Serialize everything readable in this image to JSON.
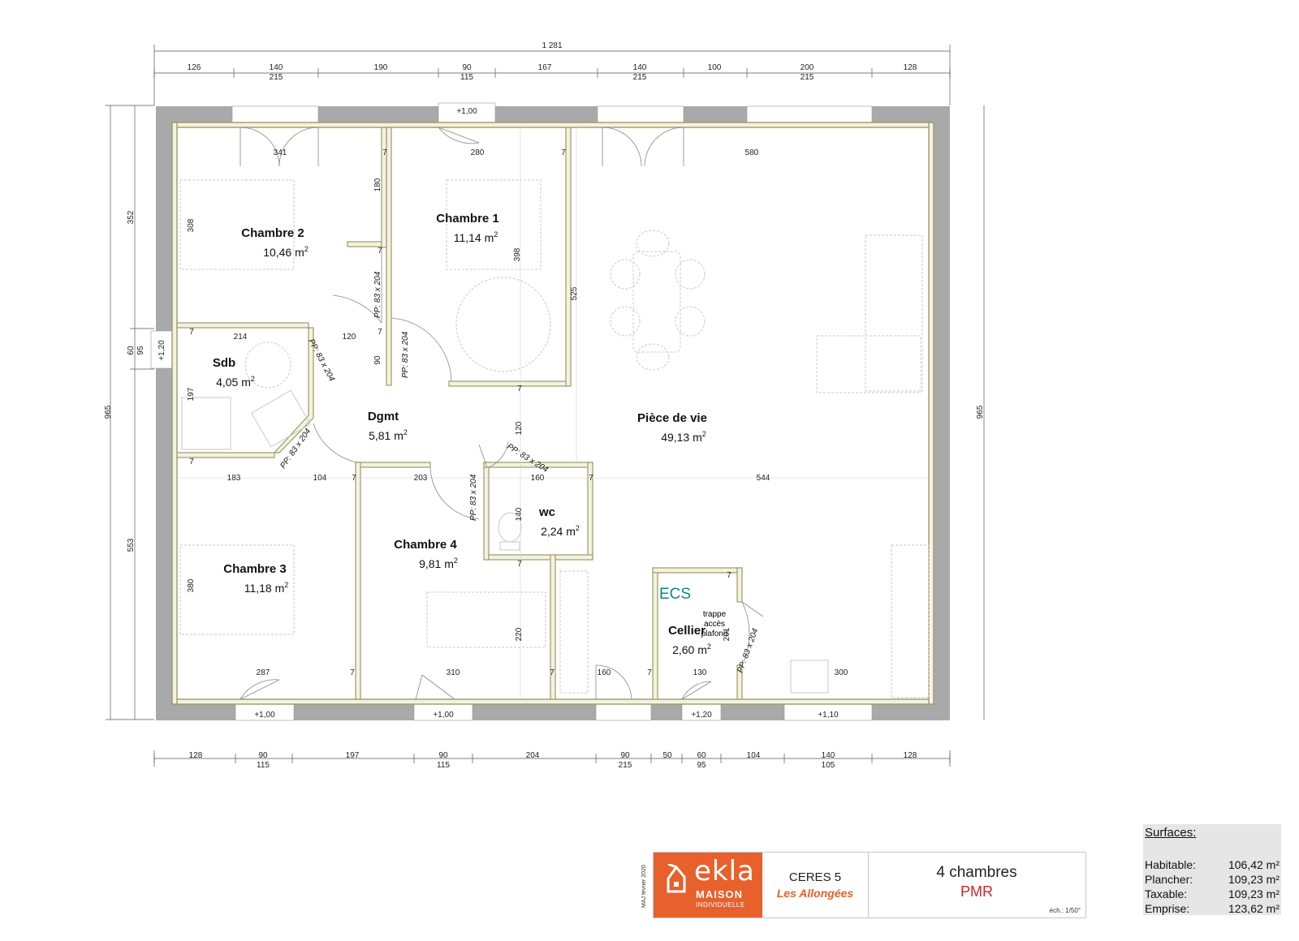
{
  "plan": {
    "total_width_dim": "1 281",
    "top_dims": [
      {
        "a": "126",
        "b": ""
      },
      {
        "a": "140",
        "b": "215"
      },
      {
        "a": "190",
        "b": ""
      },
      {
        "a": "90",
        "b": "115"
      },
      {
        "a": "167",
        "b": ""
      },
      {
        "a": "140",
        "b": "215"
      },
      {
        "a": "100",
        "b": ""
      },
      {
        "a": "200",
        "b": "215"
      },
      {
        "a": "128",
        "b": ""
      }
    ],
    "bottom_dims": [
      {
        "a": "128",
        "b": ""
      },
      {
        "a": "90",
        "b": "115"
      },
      {
        "a": "197",
        "b": ""
      },
      {
        "a": "90",
        "b": "115"
      },
      {
        "a": "204",
        "b": ""
      },
      {
        "a": "90",
        "b": "215"
      },
      {
        "a": "50",
        "b": ""
      },
      {
        "a": "60",
        "b": "95"
      },
      {
        "a": "104",
        "b": ""
      },
      {
        "a": "140",
        "b": "105"
      },
      {
        "a": "128",
        "b": ""
      }
    ],
    "left_dims": {
      "total": "965",
      "upper": "352",
      "mid_a": "60",
      "mid_b": "95",
      "lower": "553"
    },
    "right_dim_total": "965",
    "window_sills": [
      "+1,00",
      "+1,20",
      "+1,00",
      "+1,00",
      "+1,20",
      "+1,10"
    ],
    "rooms": [
      {
        "name": "Chambre 2",
        "area": "10,46 m",
        "sup": "2"
      },
      {
        "name": "Chambre 1",
        "area": "11,14 m",
        "sup": "2"
      },
      {
        "name": "Sdb",
        "area": "4,05 m",
        "sup": "2"
      },
      {
        "name": "Dgmt",
        "area": "5,81 m",
        "sup": "2"
      },
      {
        "name": "Pièce de vie",
        "area": "49,13 m",
        "sup": "2"
      },
      {
        "name": "wc",
        "area": "2,24 m",
        "sup": "2"
      },
      {
        "name": "Chambre 4",
        "area": "9,81 m",
        "sup": "2"
      },
      {
        "name": "Chambre 3",
        "area": "11,18 m",
        "sup": "2"
      },
      {
        "name": "Cellier",
        "area": "2,60 m",
        "sup": "2"
      }
    ],
    "ecs_label": "ECS",
    "trappe_lines": [
      "trappe",
      "accès",
      "plafond"
    ],
    "door_label": "PP: 83 x 204",
    "inner_dims": [
      "341",
      "280",
      "580",
      "7",
      "308",
      "180",
      "398",
      "525",
      "214",
      "120",
      "90",
      "197",
      "183",
      "104",
      "203",
      "160",
      "544",
      "140",
      "380",
      "220",
      "287",
      "310",
      "160",
      "130",
      "300",
      "120",
      "201",
      "7"
    ]
  },
  "cartouche": {
    "maj": "MAJ février 2020",
    "brand": "ekla",
    "brand_line1": "MAISON",
    "brand_line2": "INDIVIDUELLE",
    "model": "CERES 5",
    "model_sub": "Les Allongées",
    "desc1": "4 chambres",
    "desc2": "PMR",
    "scale": "éch.: 1/50°"
  },
  "surfaces": {
    "title": "Surfaces:",
    "rows": [
      {
        "k": "Habitable:",
        "v": "106,42 m²"
      },
      {
        "k": "Plancher:",
        "v": "109,23 m²"
      },
      {
        "k": "Taxable:",
        "v": "109,23 m²"
      },
      {
        "k": "Emprise:",
        "v": "123,62 m²"
      }
    ]
  },
  "colors": {
    "wall_fill": "#f4f2df",
    "wall_stroke": "#9e9a6a",
    "outer_wall": "#a9a9a9",
    "brand": "#e8602c",
    "pmr": "#d8202a",
    "ecs": "#0e8a80"
  }
}
